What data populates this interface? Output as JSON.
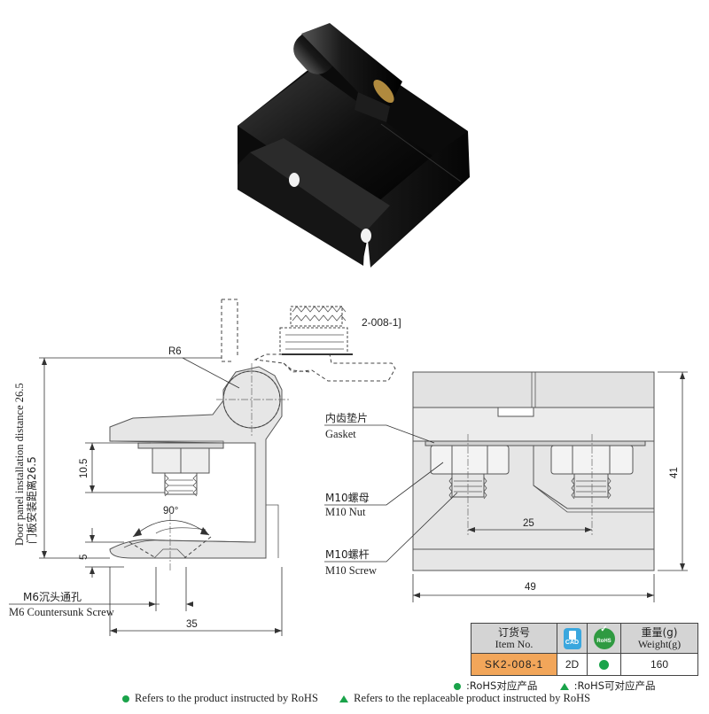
{
  "drawing": {
    "part_ref": "2-008-1]",
    "radius_label": "R6",
    "angle_label": "90°",
    "dim_10_5": "10.5",
    "dim_5": "5",
    "dim_35": "35",
    "dim_25": "25",
    "dim_49": "49",
    "dim_41": "41",
    "vertical_label_cn": "门板安装距离26.5",
    "vertical_label_en": "Door panel installation distance 26.5",
    "callouts": {
      "countersunk_cn": "M6沉头通孔",
      "countersunk_en": "M6 Countersunk Screw",
      "gasket_cn": "内齿垫片",
      "gasket_en": "Gasket",
      "nut_cn": "M10螺母",
      "nut_en": "M10 Nut",
      "screw_cn": "M10螺杆",
      "screw_en": "M10 Screw"
    }
  },
  "spec_table": {
    "header": {
      "item_cn": "订货号",
      "item_en": "Item No.",
      "cad_icon": "CAD",
      "rohs_icon": "RoHS",
      "weight_cn": "重量(g)",
      "weight_en": "Weight(g)"
    },
    "row": {
      "item_no": "SK2-008-1",
      "cad": "2D",
      "rohs_mark": "green-dot",
      "weight": "160"
    },
    "accent_color": "#f2a65a",
    "header_color": "#d4d4d4"
  },
  "legend": {
    "rohs_dot_cn": ":RoHS对应产品",
    "rohs_tri_cn": ":RoHS可对应产品",
    "rohs_dot_en": "Refers to the product instructed by RoHS",
    "rohs_tri_en": "Refers to the replaceable product instructed by RoHS",
    "marker_color": "#1aa34a"
  }
}
